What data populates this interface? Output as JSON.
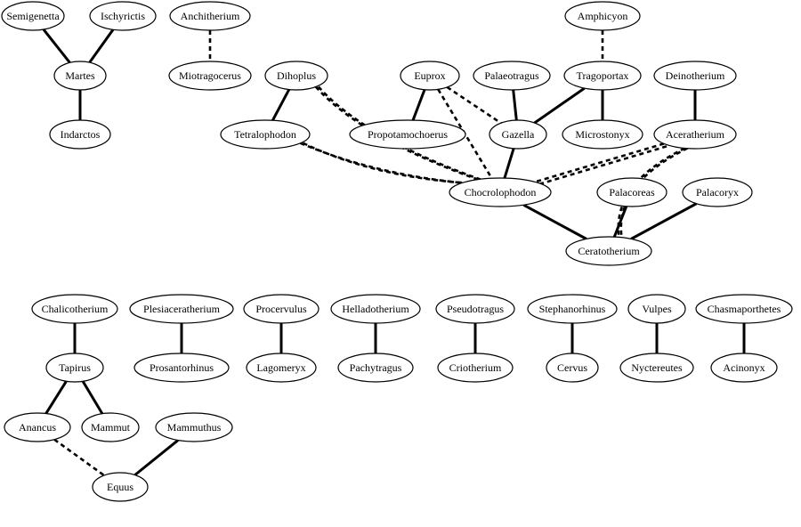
{
  "diagram": {
    "nodes": [
      {
        "id": "semigenetta",
        "label": "Semigenetta"
      },
      {
        "id": "ischyrictis",
        "label": "Ischyrictis"
      },
      {
        "id": "martes",
        "label": "Martes"
      },
      {
        "id": "indarctos",
        "label": "Indarctos"
      },
      {
        "id": "anchitherium",
        "label": "Anchitherium"
      },
      {
        "id": "miotragocerus",
        "label": "Miotragocerus"
      },
      {
        "id": "dihoplus",
        "label": "Dihoplus"
      },
      {
        "id": "tetralophodon",
        "label": "Tetralophodon"
      },
      {
        "id": "euprox",
        "label": "Euprox"
      },
      {
        "id": "propotamochoerus",
        "label": "Propotamochoerus"
      },
      {
        "id": "palaeotragus",
        "label": "Palaeotragus"
      },
      {
        "id": "gazella",
        "label": "Gazella"
      },
      {
        "id": "amphicyon",
        "label": "Amphicyon"
      },
      {
        "id": "tragoportax",
        "label": "Tragoportax"
      },
      {
        "id": "microstonyx",
        "label": "Microstonyx"
      },
      {
        "id": "deinotherium",
        "label": "Deinotherium"
      },
      {
        "id": "aceratherium",
        "label": "Aceratherium"
      },
      {
        "id": "chocrolophodon",
        "label": "Chocrolophodon"
      },
      {
        "id": "palacoreas",
        "label": "Palacoreas"
      },
      {
        "id": "palacoryx",
        "label": "Palacoryx"
      },
      {
        "id": "ceratotherium",
        "label": "Ceratotherium"
      },
      {
        "id": "chalicotherium",
        "label": "Chalicotherium"
      },
      {
        "id": "tapirus",
        "label": "Tapirus"
      },
      {
        "id": "anancus",
        "label": "Anancus"
      },
      {
        "id": "mammut",
        "label": "Mammut"
      },
      {
        "id": "mammuthus",
        "label": "Mammuthus"
      },
      {
        "id": "equus",
        "label": "Equus"
      },
      {
        "id": "plesiaceratherium",
        "label": "Plesiaceratherium"
      },
      {
        "id": "prosantorhinus",
        "label": "Prosantorhinus"
      },
      {
        "id": "procervulus",
        "label": "Procervulus"
      },
      {
        "id": "lagomeryx",
        "label": "Lagomeryx"
      },
      {
        "id": "helladotherium",
        "label": "Helladotherium"
      },
      {
        "id": "pachytragus",
        "label": "Pachytragus"
      },
      {
        "id": "pseudotragus",
        "label": "Pseudotragus"
      },
      {
        "id": "criotherium",
        "label": "Criotherium"
      },
      {
        "id": "stephanorhinus",
        "label": "Stephanorhinus"
      },
      {
        "id": "cervus",
        "label": "Cervus"
      },
      {
        "id": "vulpes",
        "label": "Vulpes"
      },
      {
        "id": "nyctereutes",
        "label": "Nyctereutes"
      },
      {
        "id": "chasmaporthetes",
        "label": "Chasmaporthetes"
      },
      {
        "id": "acinonyx",
        "label": "Acinonyx"
      }
    ],
    "edges": [
      {
        "from": "semigenetta",
        "to": "martes",
        "style": "solid"
      },
      {
        "from": "ischyrictis",
        "to": "martes",
        "style": "solid"
      },
      {
        "from": "martes",
        "to": "indarctos",
        "style": "solid"
      },
      {
        "from": "anchitherium",
        "to": "miotragocerus",
        "style": "dashed"
      },
      {
        "from": "dihoplus",
        "to": "tetralophodon",
        "style": "solid"
      },
      {
        "from": "dihoplus",
        "to": "chocrolophodon",
        "style": "dashed"
      },
      {
        "from": "tetralophodon",
        "to": "chocrolophodon",
        "style": "dashed"
      },
      {
        "from": "euprox",
        "to": "propotamochoerus",
        "style": "solid"
      },
      {
        "from": "euprox",
        "to": "gazella",
        "style": "dashed"
      },
      {
        "from": "euprox",
        "to": "chocrolophodon",
        "style": "dashed"
      },
      {
        "from": "palaeotragus",
        "to": "gazella",
        "style": "solid"
      },
      {
        "from": "amphicyon",
        "to": "tragoportax",
        "style": "dashed"
      },
      {
        "from": "tragoportax",
        "to": "gazella",
        "style": "solid"
      },
      {
        "from": "tragoportax",
        "to": "microstonyx",
        "style": "solid"
      },
      {
        "from": "gazella",
        "to": "chocrolophodon",
        "style": "solid"
      },
      {
        "from": "deinotherium",
        "to": "aceratherium",
        "style": "solid"
      },
      {
        "from": "aceratherium",
        "to": "chocrolophodon",
        "style": "dashed"
      },
      {
        "from": "aceratherium",
        "to": "ceratotherium",
        "style": "dashed"
      },
      {
        "from": "chocrolophodon",
        "to": "ceratotherium",
        "style": "solid"
      },
      {
        "from": "palacoreas",
        "to": "ceratotherium",
        "style": "solid"
      },
      {
        "from": "palacoryx",
        "to": "ceratotherium",
        "style": "solid"
      },
      {
        "from": "chalicotherium",
        "to": "tapirus",
        "style": "solid"
      },
      {
        "from": "tapirus",
        "to": "anancus",
        "style": "solid"
      },
      {
        "from": "tapirus",
        "to": "mammut",
        "style": "solid"
      },
      {
        "from": "anancus",
        "to": "equus",
        "style": "dashed"
      },
      {
        "from": "mammuthus",
        "to": "equus",
        "style": "solid"
      },
      {
        "from": "plesiaceratherium",
        "to": "prosantorhinus",
        "style": "solid"
      },
      {
        "from": "procervulus",
        "to": "lagomeryx",
        "style": "solid"
      },
      {
        "from": "helladotherium",
        "to": "pachytragus",
        "style": "solid"
      },
      {
        "from": "pseudotragus",
        "to": "criotherium",
        "style": "solid"
      },
      {
        "from": "stephanorhinus",
        "to": "cervus",
        "style": "solid"
      },
      {
        "from": "vulpes",
        "to": "nyctereutes",
        "style": "solid"
      },
      {
        "from": "chasmaporthetes",
        "to": "acinonyx",
        "style": "solid"
      }
    ]
  }
}
